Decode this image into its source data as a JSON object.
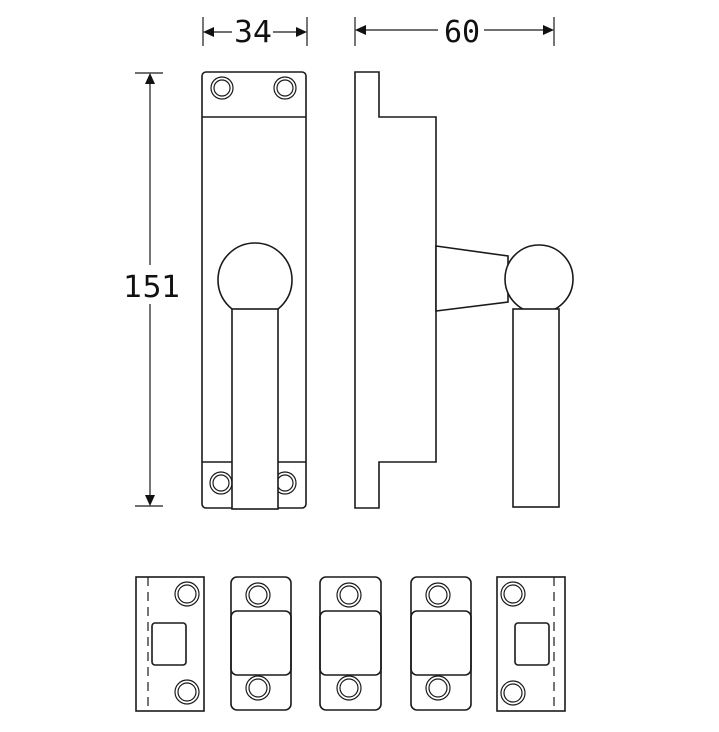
{
  "dimensions": {
    "width_front": "34",
    "depth_side": "60",
    "height": "151"
  },
  "colors": {
    "line": "#1a1a1a",
    "background": "#ffffff"
  }
}
